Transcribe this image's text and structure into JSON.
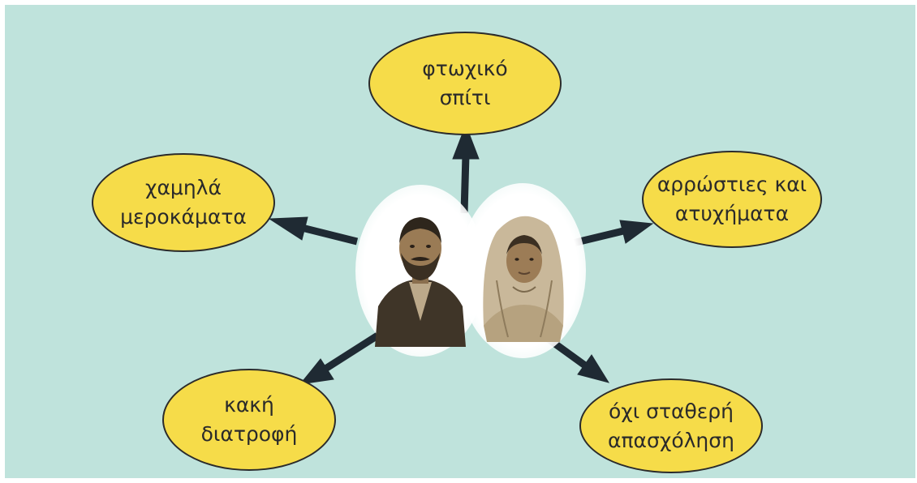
{
  "colors": {
    "background": "#bfe3dc",
    "bubble_fill": "#f6dc49",
    "bubble_stroke": "#2b2b2b",
    "arrow": "#1f2a33",
    "photo_sepia": "#8a6f4e"
  },
  "bubbles": [
    {
      "id": "top",
      "lines": [
        "φτωχικό",
        "σπίτι"
      ]
    },
    {
      "id": "upper-left",
      "lines": [
        "χαμηλά",
        "μεροκάματα"
      ]
    },
    {
      "id": "upper-right",
      "lines": [
        "αρρώστιες και",
        "ατυχήματα"
      ]
    },
    {
      "id": "lower-left",
      "lines": [
        "κακή",
        "διατροφή"
      ]
    },
    {
      "id": "lower-right",
      "lines": [
        "όχι σταθερή",
        "απασχόληση"
      ]
    }
  ],
  "photos": [
    {
      "subject": "man-portrait"
    },
    {
      "subject": "woman-portrait"
    }
  ]
}
